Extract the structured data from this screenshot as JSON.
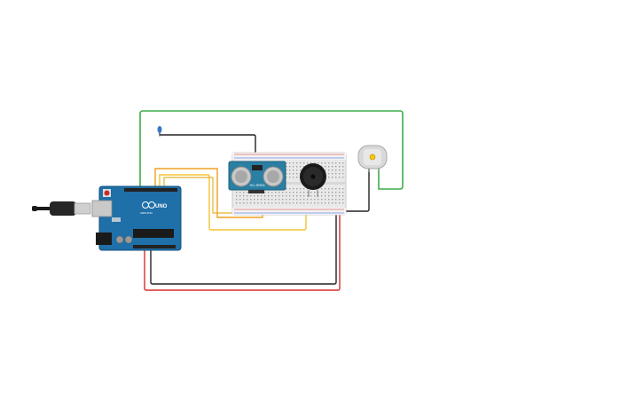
{
  "arduino": {
    "model_label": "UNO",
    "brand_label": "ARDUINO",
    "board_color": "#1f6fa8"
  },
  "sensor": {
    "label": "HC-SR04",
    "board_color": "#2a7fa3"
  },
  "wire_colors": {
    "green": "#3cae4a",
    "black": "#222222",
    "red": "#d92b2b",
    "orange": "#f0a020",
    "yellow": "#f2c531"
  },
  "components": [
    "arduino-uno",
    "usb-cable",
    "breadboard",
    "ultrasonic-sensor",
    "piezo-buzzer",
    "dc-motor",
    "indicator-led"
  ]
}
